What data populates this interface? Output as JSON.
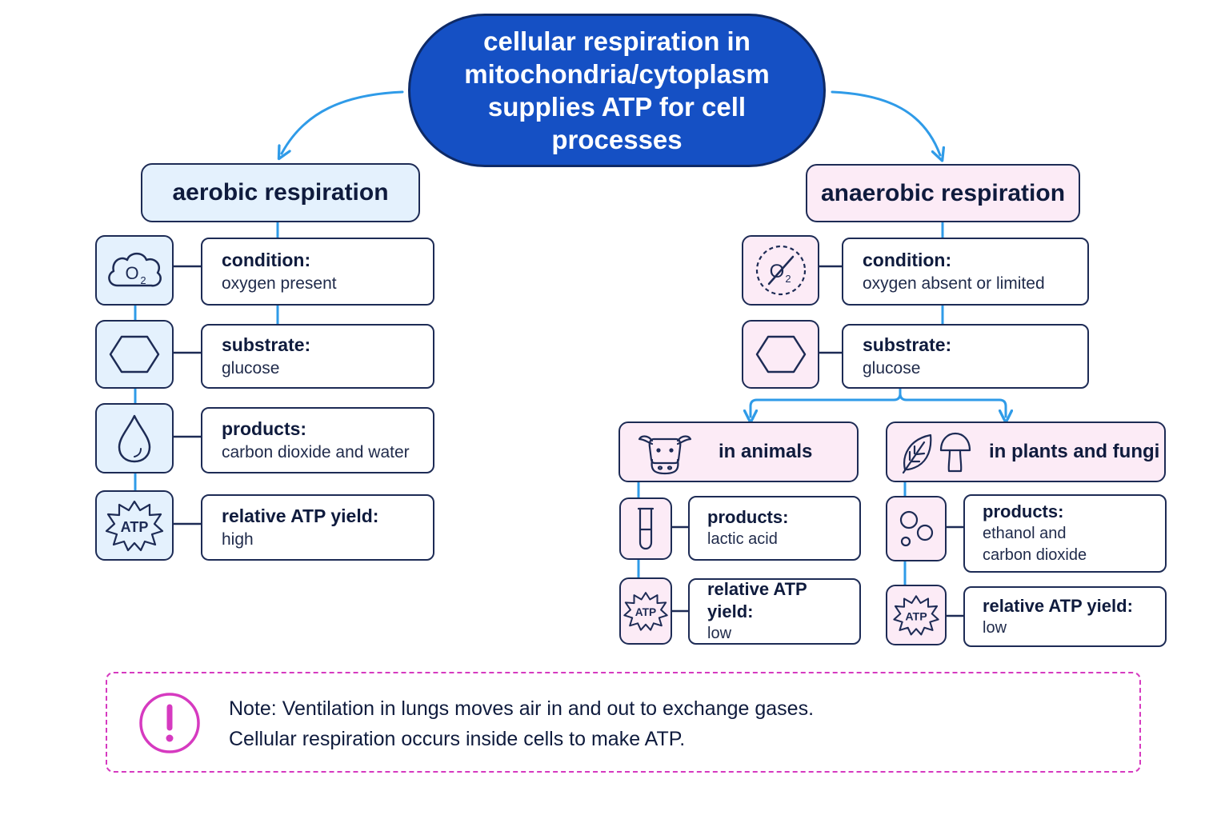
{
  "main": {
    "title": "cellular respiration in mitochondria/cytoplasm supplies ATP for cell processes"
  },
  "aerobic": {
    "title": "aerobic respiration",
    "rows": [
      {
        "icon": "oxygen-cloud-icon",
        "label": "condition:",
        "value": "oxygen present"
      },
      {
        "icon": "hexagon-glucose-icon",
        "label": "substrate:",
        "value": "glucose"
      },
      {
        "icon": "water-drop-icon",
        "label": "products:",
        "value": "carbon dioxide and water"
      },
      {
        "icon": "atp-burst-icon",
        "label": "relative ATP yield:",
        "value": "high"
      }
    ]
  },
  "anaerobic": {
    "title": "anaerobic respiration",
    "rows": [
      {
        "icon": "no-oxygen-icon",
        "label": "condition:",
        "value": "oxygen absent or limited"
      },
      {
        "icon": "hexagon-glucose-icon",
        "label": "substrate:",
        "value": "glucose"
      }
    ],
    "animals": {
      "title": "in animals",
      "icon": "cow-icon",
      "rows": [
        {
          "icon": "test-tube-icon",
          "label": "products:",
          "value": "lactic acid"
        },
        {
          "icon": "atp-burst-icon",
          "label": "relative ATP yield:",
          "value": "low"
        }
      ]
    },
    "plants_fungi": {
      "title": "in plants and fungi",
      "icons": [
        "leaf-icon",
        "mushroom-icon"
      ],
      "rows": [
        {
          "icon": "bubbles-icon",
          "label": "products:",
          "value": "ethanol and\ncarbon dioxide"
        },
        {
          "icon": "atp-burst-icon",
          "label": "relative ATP yield:",
          "value": "low"
        }
      ]
    }
  },
  "icon_text": {
    "o2": "O",
    "o2_sub": "2",
    "atp": "ATP"
  },
  "note": {
    "line1": "Note: Ventilation in lungs moves air in and out to exchange gases.",
    "line2": "Cellular respiration occurs inside cells to make ATP."
  },
  "colors": {
    "main_fill": "#1550c4",
    "outline": "#1d2b55",
    "arrow": "#2f9be8",
    "aerobic_fill": "#e4f1fd",
    "anaerobic_fill": "#fcebf6",
    "note_border": "#d63ac0"
  }
}
